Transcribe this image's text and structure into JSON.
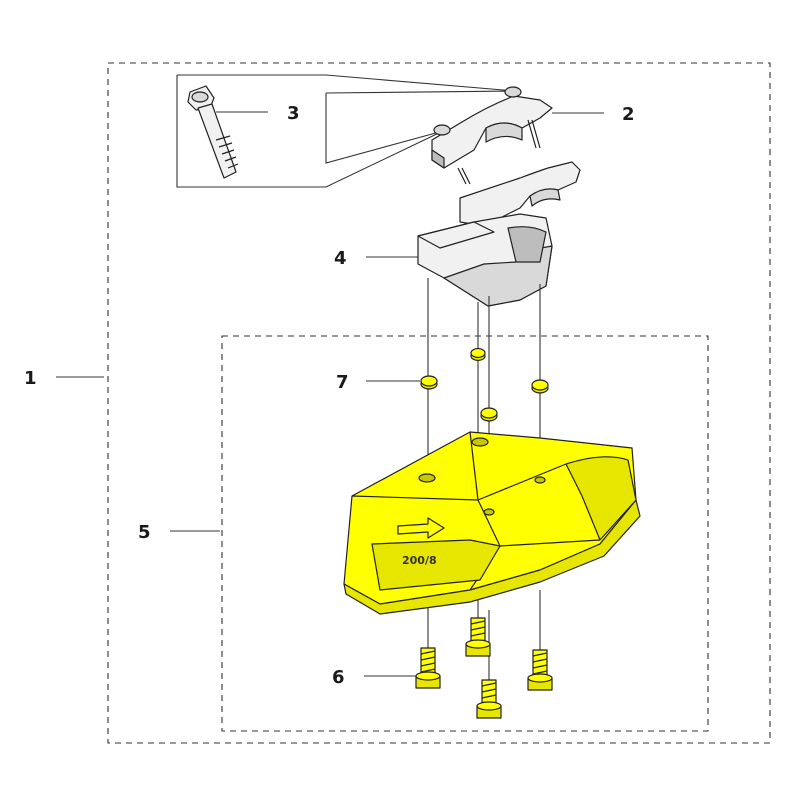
{
  "diagram": {
    "embossed_marking": "200/8",
    "colors": {
      "highlight": "#ffff00",
      "highlight_shade": "#e6e600",
      "part_grey": "#f1f1f1",
      "line": "#222222"
    },
    "callouts": [
      {
        "id": "c1",
        "label": "1",
        "part": "assembly-outline"
      },
      {
        "id": "c2",
        "label": "2",
        "part": "handle-clamp"
      },
      {
        "id": "c3",
        "label": "3",
        "part": "clamp-screw"
      },
      {
        "id": "c4",
        "label": "4",
        "part": "guard-bracket"
      },
      {
        "id": "c5",
        "label": "5",
        "part": "trimmer-guard-kit"
      },
      {
        "id": "c6",
        "label": "6",
        "part": "guard-screws"
      },
      {
        "id": "c7",
        "label": "7",
        "part": "spacers-nuts"
      }
    ]
  }
}
